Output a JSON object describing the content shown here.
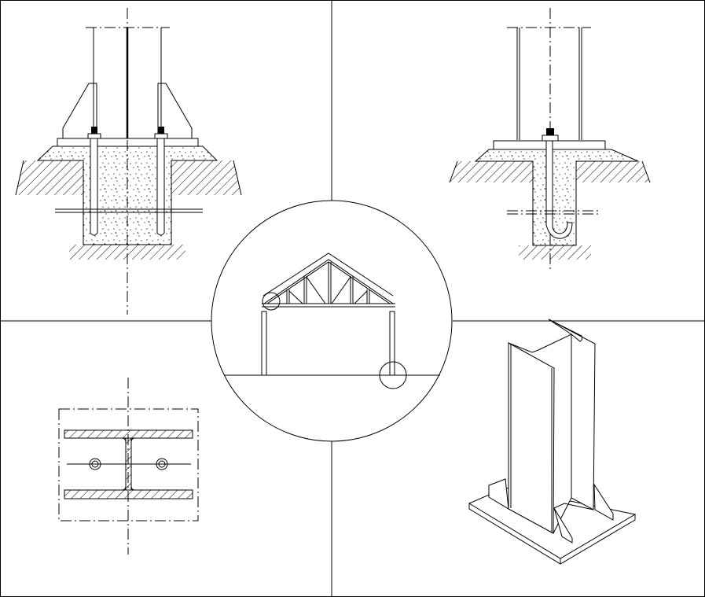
{
  "drawing": {
    "kind": "steel column base connection details",
    "background": "#ffffff",
    "line_color": "#000000",
    "panels": [
      {
        "id": "base-plate-section-gusseted"
      },
      {
        "id": "base-plate-section-j-bolt"
      },
      {
        "id": "portal-frame-truss-elevation"
      },
      {
        "id": "i-beam-plan-section"
      },
      {
        "id": "isometric-column-base"
      }
    ]
  }
}
